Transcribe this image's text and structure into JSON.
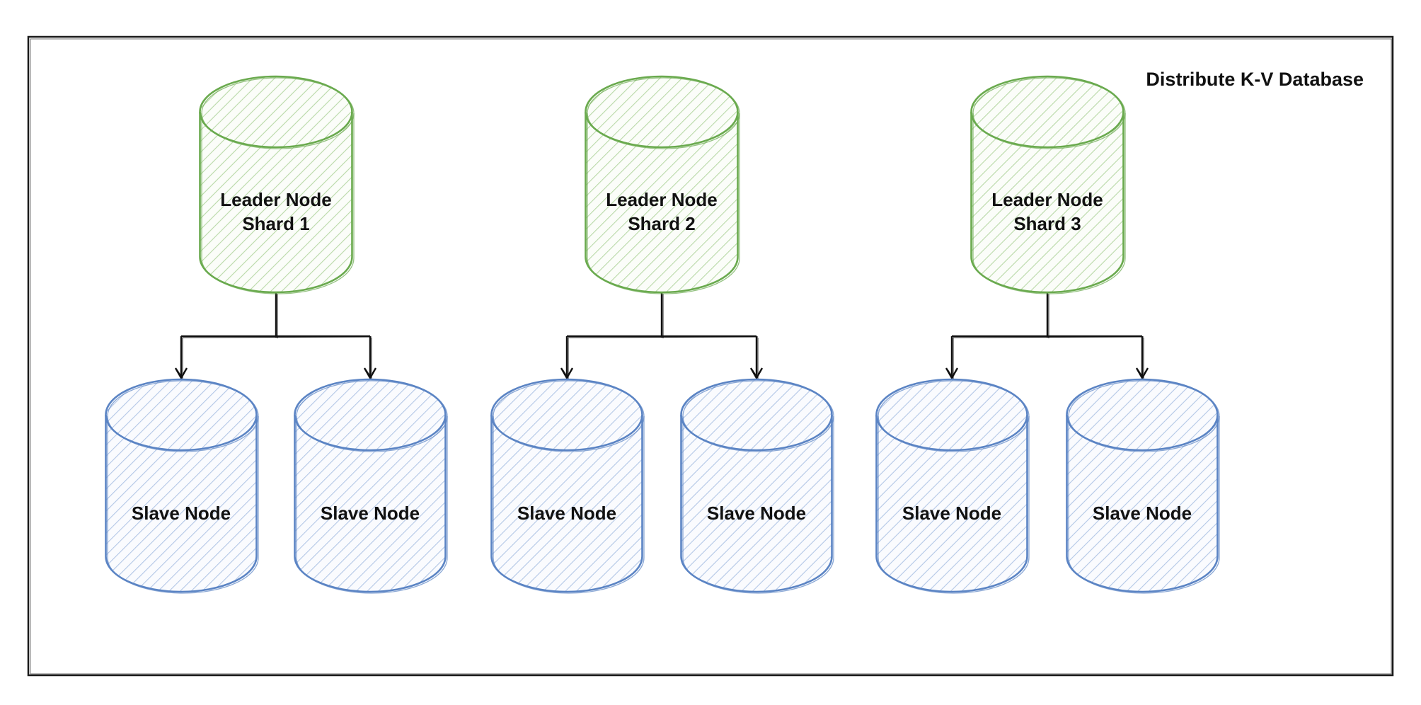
{
  "diagram": {
    "title": "Distribute K-V Database",
    "shards": [
      {
        "leader": {
          "line1": "Leader Node",
          "line2": "Shard 1"
        },
        "slaves": [
          {
            "label": "Slave Node"
          },
          {
            "label": "Slave Node"
          }
        ]
      },
      {
        "leader": {
          "line1": "Leader Node",
          "line2": "Shard 2"
        },
        "slaves": [
          {
            "label": "Slave Node"
          },
          {
            "label": "Slave Node"
          }
        ]
      },
      {
        "leader": {
          "line1": "Leader Node",
          "line2": "Shard 3"
        },
        "slaves": [
          {
            "label": "Slave Node"
          },
          {
            "label": "Slave Node"
          }
        ]
      }
    ]
  },
  "colors": {
    "leader_stroke": "#6aaa4e",
    "leader_hatch": "#b9d9a8",
    "slave_stroke": "#5b84c4",
    "slave_hatch": "#b3c7e6",
    "ink": "#111111",
    "frame": "#1a1a1a"
  }
}
